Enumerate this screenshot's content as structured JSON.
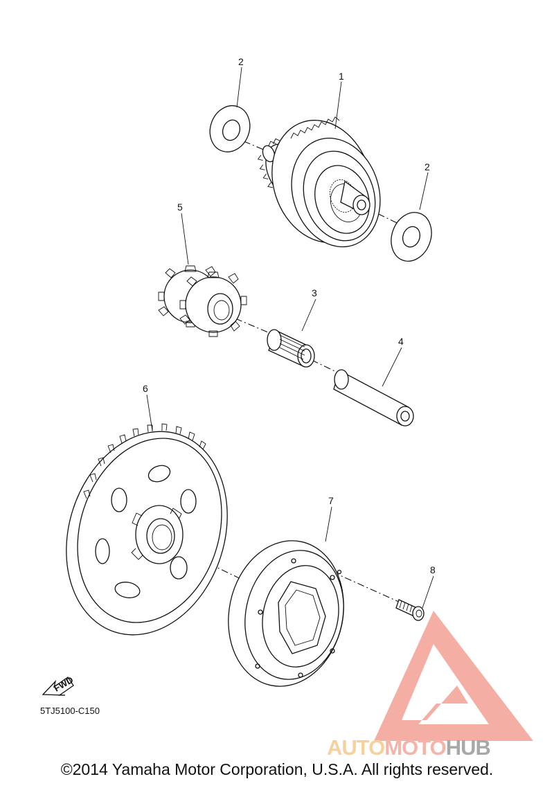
{
  "callouts": {
    "c1": "1",
    "c2a": "2",
    "c2b": "2",
    "c3": "3",
    "c4": "4",
    "c5": "5",
    "c6": "6",
    "c7": "7",
    "c8": "8"
  },
  "fwd_label": "FWD",
  "diagram_code": "5TJ5100-C150",
  "watermark": {
    "part1": "AUTO",
    "part2": "MOTO",
    "part3": "HUB",
    "colors": {
      "auto": "#f6c98b",
      "moto": "#f3a79b",
      "hub": "#9a9a9a",
      "triangle": "#f08070"
    }
  },
  "copyright": "©2014 Yamaha Motor Corporation, U.S.A. All rights reserved."
}
